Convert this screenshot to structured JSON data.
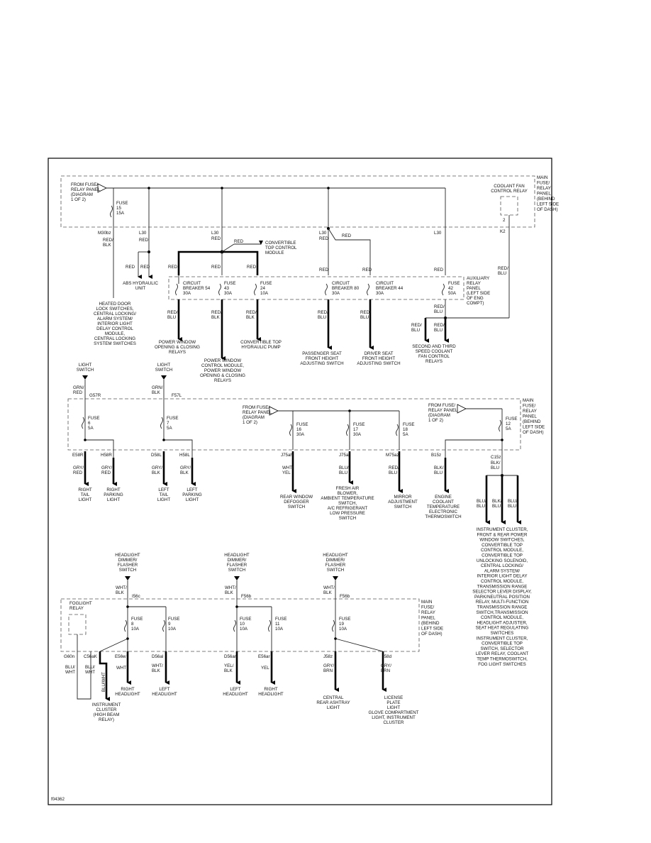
{
  "figure_id": "f04362",
  "panel_labels": {
    "main_top": [
      "MAIN",
      "FUSE/",
      "RELAY",
      "PANEL",
      "(BEHIND",
      "LEFT SIDE",
      "OF DASH)"
    ],
    "aux": [
      "AUXILIARY",
      "RELAY",
      "PANEL",
      "(LEFT SIDE",
      "OF ENG",
      "COMPT)"
    ],
    "main_mid": [
      "MAIN",
      "FUSE/",
      "RELAY",
      "PANEL",
      "(BEHIND",
      "LEFT SIDE",
      "OF DASH)"
    ],
    "main_bot": [
      "MAIN",
      "FUSE/",
      "RELAY",
      "PANEL",
      "(BEHIND",
      "LEFT SIDE",
      "OF DASH)"
    ]
  },
  "sec1": {
    "from_fuse": [
      "FROM FUSE/",
      "RELAY PANEL",
      "(DIAGRAM",
      "1 OF 2)"
    ],
    "coolant_relay": [
      "COOLANT FAN",
      "CONTROL RELAY"
    ],
    "fuse15": [
      "FUSE",
      "15",
      "15A"
    ],
    "c_m30": "M30bz",
    "c_l30a": "L30",
    "c_l30b": "L30",
    "c_l30c": "L30",
    "c_l30d": "L30",
    "c_k2": "K2",
    "pin2": "2",
    "w_red": "RED",
    "w_red_blk": [
      "RED/",
      "BLK"
    ],
    "w_red_blu": [
      "RED/",
      "BLU"
    ],
    "convertible_module": [
      "CONVERTIBLE",
      "TOP CONTROL",
      "MODULE"
    ],
    "abs": [
      "ABS HYDRAULIC",
      "UNIT"
    ],
    "cb54": [
      "CIRCUIT",
      "BREAKER 54",
      "30A"
    ],
    "fuse43": [
      "FUSE",
      "43",
      "30A"
    ],
    "fuse24": [
      "FUSE",
      "24",
      "10A"
    ],
    "cb80": [
      "CIRCUIT",
      "BREAKER 80",
      "30A"
    ],
    "cb44": [
      "CIRCUIT",
      "BREAKER 44",
      "30A"
    ],
    "fuse42": [
      "FUSE",
      "42",
      "50A"
    ],
    "dest_heated": [
      "HEATED DOOR",
      "LOCK SWITCHES,",
      "CENTRAL LOCKING/",
      "ALARM SYSTEM/",
      "INTERIOR LIGHT",
      "DELAY CONTROL",
      "MODULE,",
      "CENTRAL LOCKING",
      "SYSTEM SWITCHES"
    ],
    "dest_pw1": [
      "POWER WINDOW",
      "OPENING & CLOSING",
      "RELAYS"
    ],
    "dest_pw2": [
      "POWER WINDOW",
      "CONTROL MODULE,",
      "POWER WINDOW",
      "OPENING & CLOSING",
      "RELAYS"
    ],
    "dest_conv_pump": [
      "CONVERTIBLE TOP",
      "HYDRAULIC PUMP"
    ],
    "dest_pass_seat": [
      "PASSENGER SEAT",
      "FRONT HEIGHT",
      "ADJUSTING SWITCH"
    ],
    "dest_drv_seat": [
      "DRIVER SEAT",
      "FRONT HEIGHT",
      "ADJUSTING SWITCH"
    ],
    "dest_fan": [
      "SECOND AND THIRD",
      "SPEED COOLANT",
      "FAN CONTROL",
      "RELAYS"
    ]
  },
  "sec2": {
    "light_switch": [
      "LIGHT",
      "SWITCH"
    ],
    "w_grn_red": [
      "GRN/",
      "RED"
    ],
    "w_grn_blk": [
      "GRN/",
      "BLK"
    ],
    "c_g57r": "G57R",
    "c_f57l": "F57L",
    "fuse6": [
      "FUSE",
      "6",
      "5A"
    ],
    "fuse7": [
      "FUSE",
      "7",
      "5A"
    ],
    "from_fuse": [
      "FROM FUSE/",
      "RELAY PANEL",
      "(DIAGRAM",
      "1 OF 2)"
    ],
    "fuse16": [
      "FUSE",
      "16",
      "30A"
    ],
    "fuse17": [
      "FUSE",
      "17",
      "30A"
    ],
    "fuse18": [
      "FUSE",
      "18",
      "5A"
    ],
    "fuse12": [
      "FUSE",
      "12",
      "5A"
    ],
    "c_e58r": "E58R",
    "c_h58r": "H58R",
    "c_d58l": "D58L",
    "c_h58l": "H58L",
    "c_j75ah": "J75ah",
    "c_j75al": "J75al",
    "c_m75az": "M75az",
    "c_b15z": "B15z",
    "c_c15z": "C15z",
    "w_gry_red": [
      "GRY/",
      "RED"
    ],
    "w_gry_blk": [
      "GRY/",
      "BLK"
    ],
    "w_wht_yel": [
      "WHT/",
      "YEL"
    ],
    "w_blu_blu": [
      "BLU/",
      "BLU"
    ],
    "w_red_blu": [
      "RED/",
      "BLU"
    ],
    "w_blk_blu": [
      "BLK/",
      "BLU"
    ],
    "w_blu_blu2": [
      "BLU/",
      "BLU"
    ],
    "w_blk_blu2": [
      "BLK/",
      "BLU"
    ],
    "w_blu_blu3": [
      "BLU/",
      "BLU"
    ],
    "d_rt_tail": [
      "RIGHT",
      "TAIL",
      "LIGHT"
    ],
    "d_rt_park": [
      "RIGHT",
      "PARKING",
      "LIGHT"
    ],
    "d_lt_tail": [
      "LEFT",
      "TAIL",
      "LIGHT"
    ],
    "d_lt_park": [
      "LEFT",
      "PARKING",
      "LIGHT"
    ],
    "d_defog": [
      "REAR WINDOW",
      "DEFOGGER",
      "SWITCH"
    ],
    "d_blower": [
      "FRESH AIR",
      "BLOWER,",
      "AMBIENT TEMPERATURE",
      "SWITCH,",
      "A/C REFRIGERANT",
      "LOW PRESSURE",
      "SWITCH"
    ],
    "d_mirror": [
      "MIRROR",
      "ADJUSTMENT",
      "SWITCH"
    ],
    "d_coolant": [
      "ENGINE",
      "COOLANT",
      "TEMPERATURE",
      "ELECTRONIC",
      "THERMOSWITCH"
    ],
    "d_cluster": [
      "INSTRUMENT CLUSTER,",
      "FRONT & REAR POWER",
      "WINDOW SWITCHES,",
      "CONVERTIBLE TOP",
      "CONTROL MODULE,",
      "CONVERTIBLE TOP",
      "UNLOCKING SOLENOID,",
      "CENTRAL LOCKING/",
      "ALARM SYSTEM/",
      "INTERIOR LIGHT DELAY",
      "CONTROL MODULE,",
      "TRANSMISSION RANGE",
      "SELECTOR LEVER DISPLAY,",
      "PARK/NEUTRAL POSITION",
      "RELAY, MULTI-FUNCTION",
      "TRANSMISSION RANGE",
      "SWITCH,TRANSMISSION",
      "CONTROL MODULE,",
      "HEADLIGHT ADJUSTER,",
      "SEAT HEAT REGULATING",
      "SWITCHES",
      "INSTRUMENT CLUSTER,",
      "CONVERTIBLE TOP",
      "SWITCH, SELECTOR",
      "LEVER RELAY, COOLANT",
      "TEMP THERMOSWITCH,",
      "FOG LIGHT SWITCHES"
    ]
  },
  "sec3": {
    "hl_switch": [
      "HEADLIGHT",
      "DIMMER/",
      "FLASHER",
      "SWITCH"
    ],
    "w_wht_blk": [
      "WHT/",
      "BLK"
    ],
    "c_i56c": "I56c",
    "c_f56b": "F56b",
    "c_f56b2": "F56b",
    "foglight_relay": [
      "FOGLIGHT",
      "RELAY"
    ],
    "fuse8": [
      "FUSE",
      "8",
      "10A"
    ],
    "fuse9": [
      "FUSE",
      "9",
      "10A"
    ],
    "fuse10": [
      "FUSE",
      "10",
      "10A"
    ],
    "fuse11": [
      "FUSE",
      "11",
      "10A"
    ],
    "fuse19": [
      "FUSE",
      "19",
      "10A"
    ],
    "c_g60n": "G60n",
    "c_c56ak": "C56aK",
    "c_e56w": "E56w",
    "c_d56al": "D56al",
    "c_d56ar": "D56ar",
    "c_e56ar": "E56ar",
    "c_j58z": "J58z",
    "c_i58d": "I58d",
    "w_blu_wht": [
      "BLU/",
      "WHT"
    ],
    "w_blu_wht2": [
      "BLU/",
      "WHT"
    ],
    "w_blu_wht3": "BLU/WHT",
    "w_wht": "WHT",
    "w_wht_blk2": [
      "WHT/",
      "BLK"
    ],
    "w_yel_blk": [
      "YEL/",
      "BLK"
    ],
    "w_yel": "YEL",
    "w_gry_brn": [
      "GRY/",
      "BRN"
    ],
    "w_gry_brn2": [
      "GRY/",
      "BRN"
    ],
    "d_cluster": [
      "INSTRUMENT",
      "CLUSTER",
      "(HIGH BEAM",
      "RELAY)"
    ],
    "d_rt_head": [
      "RIGHT",
      "HEADLIGHT"
    ],
    "d_lt_head": [
      "LEFT",
      "HEADLIGHT"
    ],
    "d_lt_head2": [
      "LEFT",
      "HEADLIGHT"
    ],
    "d_rt_head2": [
      "RIGHT",
      "HEADLIGHT"
    ],
    "d_ashtray": [
      "CENTRAL",
      "REAR ASHTRAY",
      "LIGHT"
    ],
    "d_plate": [
      "LICENSE",
      "PLATE",
      "LIGHT",
      "GLOVE COMPARTMENT",
      "LIGHT, INSTRUMENT",
      "CLUSTER"
    ]
  }
}
